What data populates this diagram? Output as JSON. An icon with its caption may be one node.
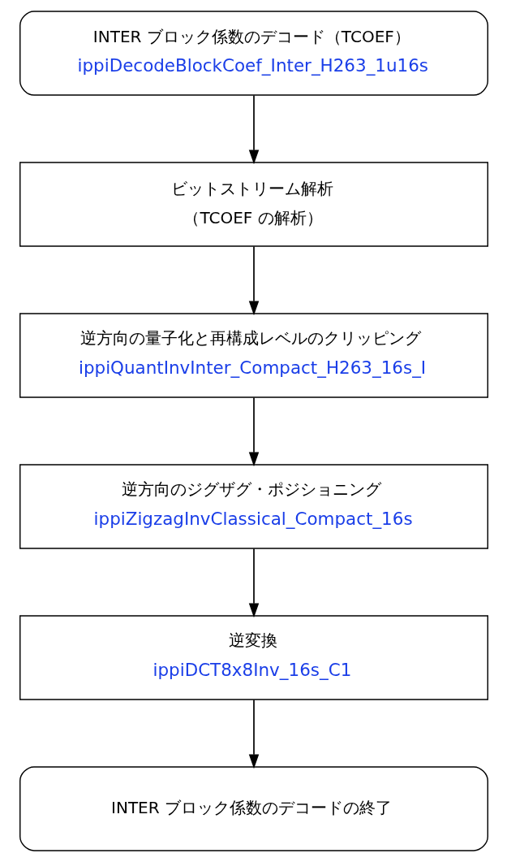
{
  "diagram": {
    "nodes": [
      {
        "text": [
          "INTER ブロック係数のデコード（TCOEF）",
          "ippiDecodeBlockCoef_Inter_H263_1u16s"
        ]
      },
      {
        "text": [
          "ビットストリーム解析",
          "（TCOEF の解析）"
        ]
      },
      {
        "text": [
          "逆方向の量子化と再構成レベルのクリッピング",
          "ippiQuantInvInter_Compact_H263_16s_I"
        ]
      },
      {
        "text": [
          "逆方向のジグザグ・ポジショニング",
          "ippiZigzagInvClassical_Compact_16s"
        ]
      },
      {
        "text": [
          "逆変換",
          "ippiDCT8x8Inv_16s_C1"
        ]
      },
      {
        "text": [
          "INTER ブロック係数のデコードの終了"
        ]
      }
    ],
    "edges": [
      {
        "from": 0,
        "to": 1,
        "arrow": "to"
      },
      {
        "from": 1,
        "to": 2,
        "arrow": "to"
      },
      {
        "from": 2,
        "to": 3,
        "arrow": "to"
      },
      {
        "from": 3,
        "to": 4,
        "arrow": "to"
      },
      {
        "from": 4,
        "to": 5,
        "arrow": "to"
      }
    ]
  }
}
